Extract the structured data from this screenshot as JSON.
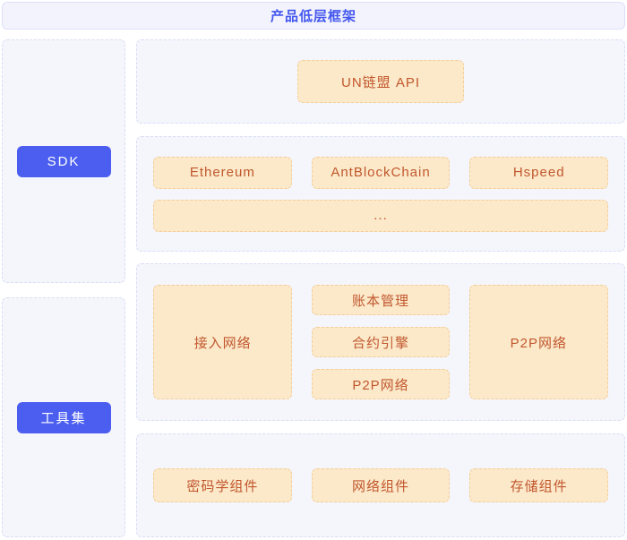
{
  "header": {
    "title": "产品低层框架"
  },
  "sidebar": {
    "sdk_label": "SDK",
    "toolkit_label": "工具集"
  },
  "layers": {
    "api": {
      "box": "UN链盟 API"
    },
    "chains": {
      "row": [
        "Ethereum",
        "AntBlockChain",
        "Hspeed"
      ],
      "more": "..."
    },
    "network": {
      "left": "接入网络",
      "middle": [
        "账本管理",
        "合约引擎",
        "P2P网络"
      ],
      "right": "P2P网络"
    },
    "components": {
      "row": [
        "密码学组件",
        "网络组件",
        "存储组件"
      ]
    }
  },
  "colors": {
    "accent_blue": "#4b5ef0",
    "title_blue": "#4356ee",
    "panel_fill": "#f5f6fc",
    "panel_border": "#d8ddf5",
    "box_fill": "#fbe9c9",
    "box_border": "#f4cd99",
    "box_text": "#c2572e"
  }
}
